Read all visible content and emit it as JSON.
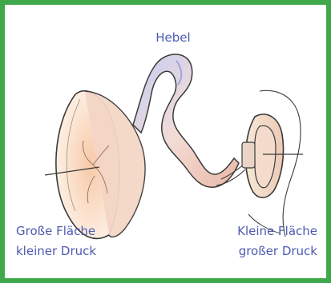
{
  "labels": {
    "top": "Hebel",
    "left_line1": "Große Fläche",
    "left_line2": "kleiner Druck",
    "right_line1": "Kleine Fläche",
    "right_line2": "großer Druck"
  },
  "colors": {
    "border": "#3fa84a",
    "text": "#4e5bb0",
    "outline": "#3a3a3a",
    "membrane_fill": "#fbe6d4",
    "bone_fill": "#f2d8d0",
    "bone_highlight": "#b9c4f0"
  }
}
